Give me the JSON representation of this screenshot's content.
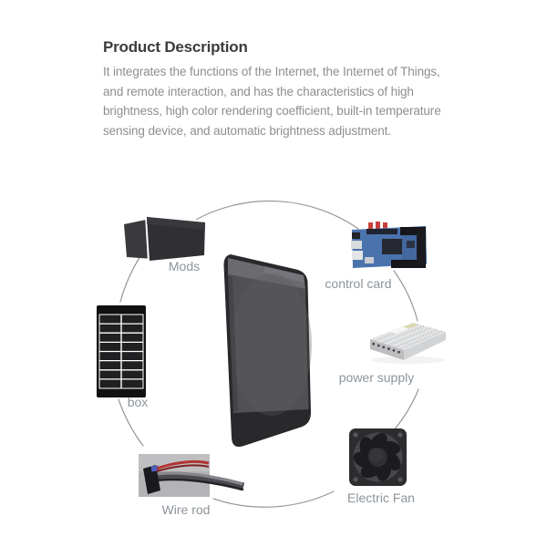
{
  "header": {
    "title": "Product Description",
    "description_lines": [
      "It integrates the functions of the Internet, the Internet of Things,",
      "and remote interaction, and has the characteristics of high",
      "brightness, high color rendering coefficient, built-in temperature",
      "sensing device, and automatic brightness adjustment."
    ]
  },
  "diagram": {
    "items": [
      {
        "id": "mods",
        "label": "Mods"
      },
      {
        "id": "control-card",
        "label": "control card"
      },
      {
        "id": "power-supply",
        "label": "power supply"
      },
      {
        "id": "electric-fan",
        "label": "Electric Fan"
      },
      {
        "id": "wire-rod",
        "label": "Wire rod"
      },
      {
        "id": "box",
        "label": "box"
      }
    ]
  },
  "colors": {
    "background": "#ffffff",
    "title_text": "#3c3c3c",
    "body_text": "#8e8e8e",
    "label_text": "#8d949a",
    "arc_line": "#97979b",
    "panel_dark": "#29292c",
    "pcb_blue": "#4a73ad"
  }
}
